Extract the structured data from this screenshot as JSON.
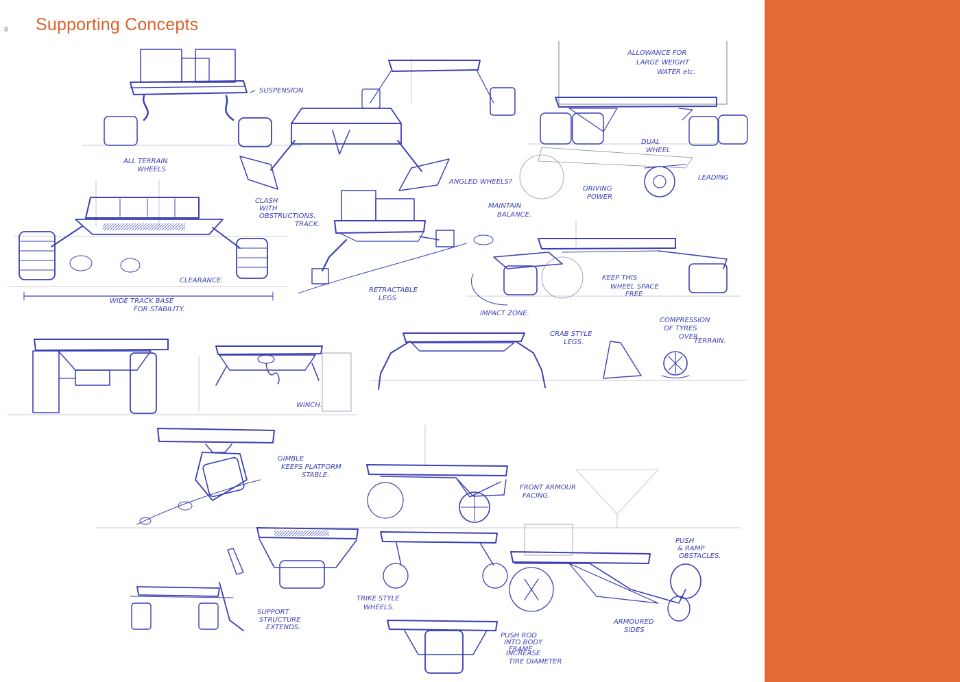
{
  "page": {
    "title": "Supporting Concepts",
    "corner_mark": "8",
    "band_color": "#e36a35",
    "title_color": "#d9622b",
    "ink_color": "#3a3fb5"
  },
  "annotations": {
    "suspension": "SUSPENSION",
    "all_terrain": "ALL TERRAIN",
    "wheels": "WHEELS",
    "angled_wheels": "ANGLED WHEELS?",
    "allowance_1": "ALLOWANCE FOR",
    "allowance_2": "LARGE WEIGHT",
    "allowance_3": "WATER etc.",
    "dual_wheel_1": "DUAL",
    "dual_wheel_2": "WHEEL",
    "leading": "LEADING",
    "driving_power_1": "DRIVING",
    "driving_power_2": "POWER",
    "clash_1": "CLASH",
    "clash_2": "WITH",
    "clash_3": "OBSTRUCTIONS.",
    "maintain_1": "MAINTAIN",
    "maintain_2": "BALANCE.",
    "track": "TRACK.",
    "clearance": "CLEARANCE.",
    "wide_track_1": "WIDE TRACK BASE",
    "wide_track_2": "FOR STABILITY.",
    "retractable_1": "RETRACTABLE",
    "retractable_2": "LEGS",
    "keep_1": "KEEP THIS",
    "keep_2": "WHEEL SPACE",
    "keep_3": "FREE",
    "impact_zone": "IMPACT ZONE.",
    "crab_1": "CRAB STYLE",
    "crab_2": "LEGS.",
    "compression_1": "COMPRESSION",
    "compression_2": "OF TYRES",
    "compression_3": "OVER",
    "compression_4": "TERRAIN.",
    "winch": "WINCH.",
    "gimble_1": "GIMBLE",
    "gimble_2": "KEEPS PLATFORM",
    "gimble_3": "STABLE.",
    "front_armour_1": "FRONT ARMOUR",
    "front_armour_2": "FACING.",
    "push_1": "PUSH",
    "push_2": "& RAMP",
    "push_3": "OBSTACLES.",
    "trike_1": "TRIKE STYLE",
    "trike_2": "WHEELS.",
    "support_1": "SUPPORT",
    "support_2": "STRUCTURE",
    "support_3": "EXTENDS.",
    "armoured_1": "ARMOURED",
    "armoured_2": "SIDES",
    "pushrod_1": "PUSH ROD",
    "pushrod_2": "INTO BODY",
    "pushrod_3": "FRAME",
    "increase_1": "INCREASE",
    "increase_2": "TIRE DIAMETER"
  }
}
